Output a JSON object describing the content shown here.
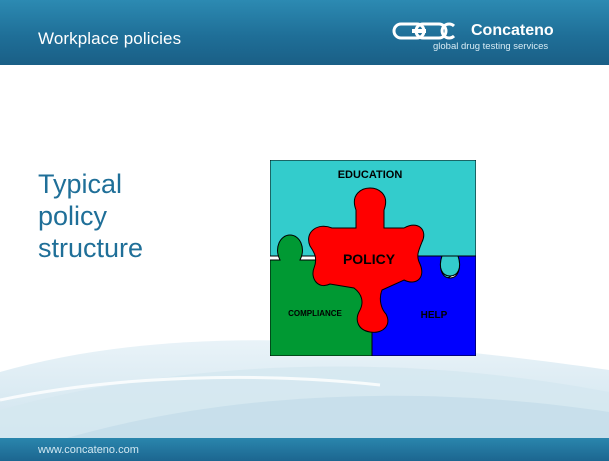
{
  "header": {
    "title": "Workplace policies"
  },
  "logo": {
    "name": "Concateno",
    "tagline": "global drug testing services"
  },
  "heading": {
    "lines": [
      "Typical",
      "policy",
      "structure"
    ]
  },
  "puzzle": {
    "top_label": "EDUCATION",
    "center_label": "POLICY",
    "left_label": "COMPLIANCE",
    "right_label": "HELP",
    "colors": {
      "top": "#33cccc",
      "center": "#ff0000",
      "left": "#009933",
      "right": "#0000ff"
    }
  },
  "footer": {
    "url": "www.concateno.com"
  }
}
